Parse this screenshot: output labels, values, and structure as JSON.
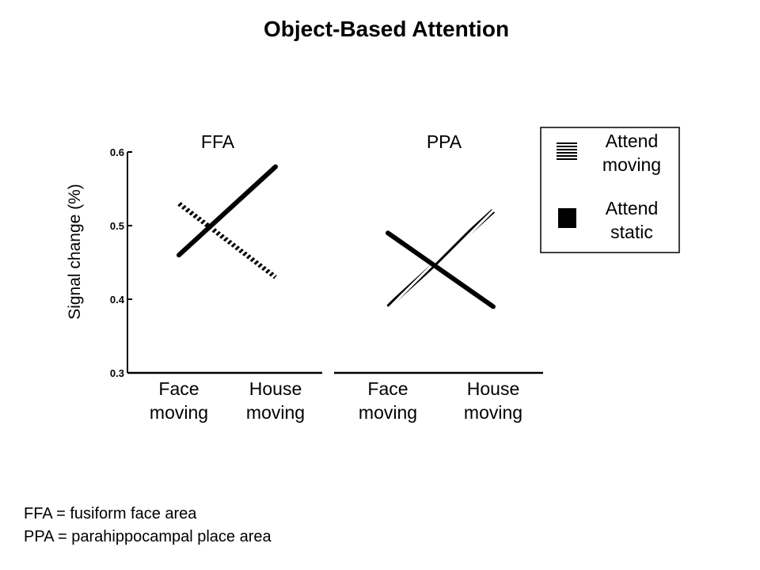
{
  "slide": {
    "title": "Object-Based Attention"
  },
  "footnotes": [
    "FFA = fusiform face area",
    "PPA = parahippocampal  place area"
  ],
  "chart_data": {
    "type": "line",
    "ylabel": "Signal change (%)",
    "ylim": [
      0.3,
      0.6
    ],
    "yticks": [
      "0.6",
      "0.5",
      "0.4",
      "0.3"
    ],
    "grid": false,
    "legend_placement": "right",
    "legend": [
      {
        "key": "attend_moving",
        "label_lines": [
          "Attend",
          "moving"
        ],
        "pattern": "hatched"
      },
      {
        "key": "attend_static",
        "label_lines": [
          "Attend",
          "static"
        ],
        "pattern": "solid"
      }
    ],
    "panels": [
      {
        "title": "FFA",
        "categories": [
          [
            "Face",
            "moving"
          ],
          [
            "House",
            "moving"
          ]
        ],
        "series": [
          {
            "key": "attend_moving",
            "values": [
              0.53,
              0.43
            ]
          },
          {
            "key": "attend_static",
            "values": [
              0.46,
              0.58
            ]
          }
        ]
      },
      {
        "title": "PPA",
        "categories": [
          [
            "Face",
            "moving"
          ],
          [
            "House",
            "moving"
          ]
        ],
        "series": [
          {
            "key": "attend_moving",
            "values": [
              0.39,
              0.52
            ]
          },
          {
            "key": "attend_static",
            "values": [
              0.49,
              0.39
            ]
          }
        ]
      }
    ]
  }
}
